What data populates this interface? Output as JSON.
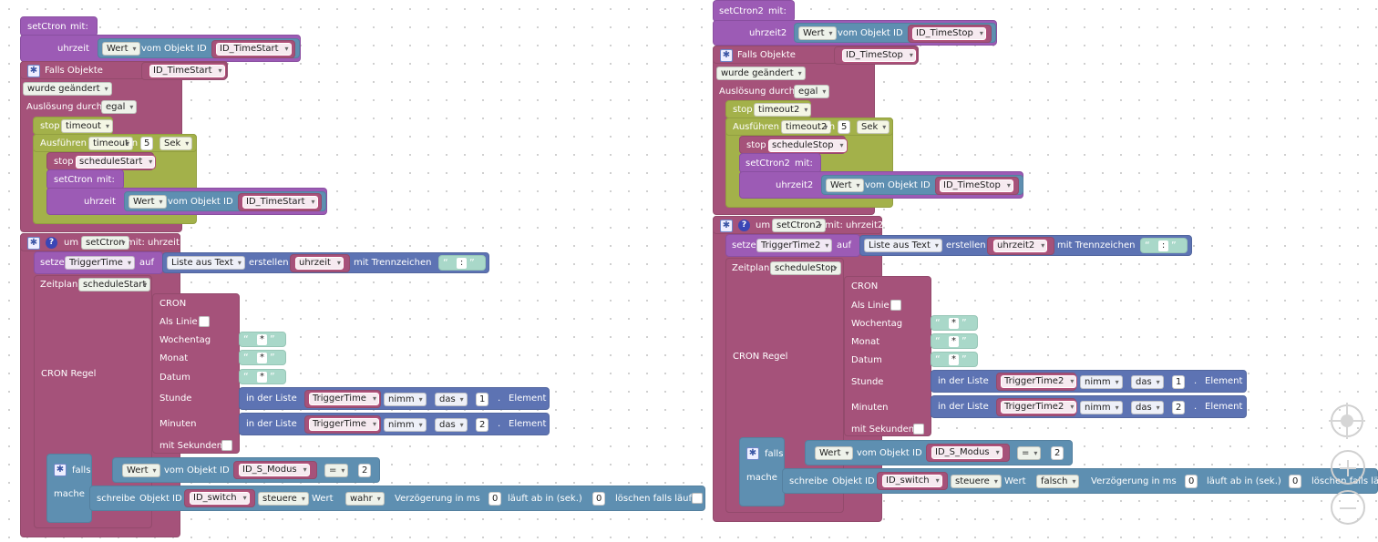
{
  "left": {
    "set_fn": "setCtron",
    "mit": "mit:",
    "param": "uhrzeit",
    "wert": "Wert",
    "vom_obj": "vom Objekt ID",
    "id_timestart": "ID_TimeStart",
    "falls_objekte": "Falls Objekte",
    "wurde_geaendert": "wurde geändert",
    "ausloesung": "Auslösung durch",
    "egal": "egal",
    "stop": "stop",
    "timeout": "timeout",
    "ausfuehren": "Ausführen",
    "in": "in",
    "five": "5",
    "sek": "Sek",
    "schedule_start": "scheduleStart",
    "um": "um",
    "mit_param": "mit: uhrzeit",
    "setze": "setze",
    "trigger_time": "TriggerTime",
    "auf": "auf",
    "liste_aus_text": "Liste aus Text",
    "erstellen": "erstellen",
    "mit_trennzeichen": "mit Trennzeichen",
    "colon": ":",
    "zeitplan": "Zeitplan",
    "cron": "CRON",
    "als_linie": "Als Linie",
    "wochentag": "Wochentag",
    "monat": "Monat",
    "datum": "Datum",
    "star": "*",
    "stunde": "Stunde",
    "minuten": "Minuten",
    "mit_sekunden": "mit Sekunden",
    "in_der_liste": "in der Liste",
    "nimm": "nimm",
    "das": "das",
    "one": "1",
    "two": "2",
    "dot": ".",
    "element": "Element",
    "cron_regel": "CRON Regel",
    "falls": "falls",
    "mache": "mache",
    "id_s_modus": "ID_S_Modus",
    "eq": "=",
    "schreibe": "schreibe",
    "objekt_id": "Objekt ID",
    "id_switch": "ID_switch",
    "steuere": "steuere",
    "wert_lbl": "Wert",
    "wahr": "wahr",
    "verzoegerung": "Verzögerung in ms",
    "zero": "0",
    "laeuft_ab": "läuft ab in (sek.)",
    "loeschen": "löschen falls läuft"
  },
  "right": {
    "set_fn": "setCtron2",
    "mit": "mit:",
    "param": "uhrzeit2",
    "id_timestop": "ID_TimeStop",
    "timeout2": "timeout2",
    "schedule_stop": "scheduleStop",
    "mit_param": "mit: uhrzeit2",
    "trigger_time": "TriggerTime2",
    "falsch": "falsch",
    "loeschen": "löschen falls läu"
  }
}
